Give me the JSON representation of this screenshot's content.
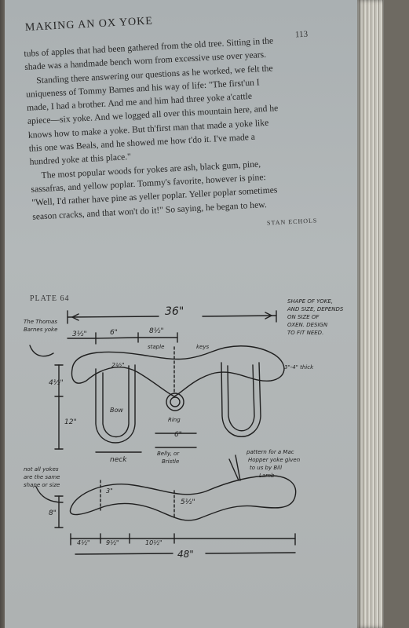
{
  "running_head": "MAKING AN OX YOKE",
  "page_number": "113",
  "paragraph_lines": [
    "tubs of apples that had been gathered from the old tree. Sitting in the",
    "shade was a handmade bench worn from excessive use over years.",
    "Standing there answering our questions as he worked, we felt the",
    "uniqueness of Tommy Barnes and his way of life: \"The first'un I",
    "made, I had a brother. And me and him had three yoke a'cattle",
    "apiece—six yoke. And we logged all over this mountain here, and he",
    "knows how to make a yoke. But th'first man that made a yoke like",
    "this one was Beals, and he showed me how t'do it. I've made a",
    "hundred yoke at this place.\"",
    "The most popular woods for yokes are ash, black gum, pine,",
    "sassafras, and yellow poplar. Tommy's favorite, however is pine:",
    "\"Well, I'd rather have pine as yeller poplar. Yeller poplar sometimes",
    "season cracks, and that won't do it!\" So saying, he began to hew."
  ],
  "author": "STAN ECHOLS",
  "plate_label": "PLATE 64",
  "diagram": {
    "top_width": "36\"",
    "shape_note": [
      "SHAPE OF YOKE,",
      "AND SIZE, DEPENDS",
      "ON SIZE OF",
      "OXEN. DESIGN",
      "TO FIT NEED."
    ],
    "thomas_note": [
      "The Thomas",
      "Barnes yoke"
    ],
    "dim_a": "3½\"",
    "dim_b": "6\"",
    "dim_c": "8½\"",
    "staple": "staple",
    "keys": "keys",
    "thick": "3\"-4\" thick",
    "height_top": "4½\"",
    "bow_top": "2½\"",
    "bow_len": "12\"",
    "bow": "Bow",
    "ring": "Ring",
    "belly_width": "6\"",
    "belly": [
      "Belly, or",
      "Bristle"
    ],
    "neck": "neck",
    "not_all": [
      "not all yokes",
      "are the same",
      "shape or size"
    ],
    "pattern_note": [
      "pattern for a Mac",
      "Hopper yoke given",
      "to us by Bill",
      "Lamb"
    ],
    "dim_3": "3\"",
    "height_bottom": "8\"",
    "dim_5": "5½\"",
    "bot_a": "4½\"",
    "bot_b": "9½\"",
    "bot_c": "10½\"",
    "bottom_width": "48\""
  }
}
